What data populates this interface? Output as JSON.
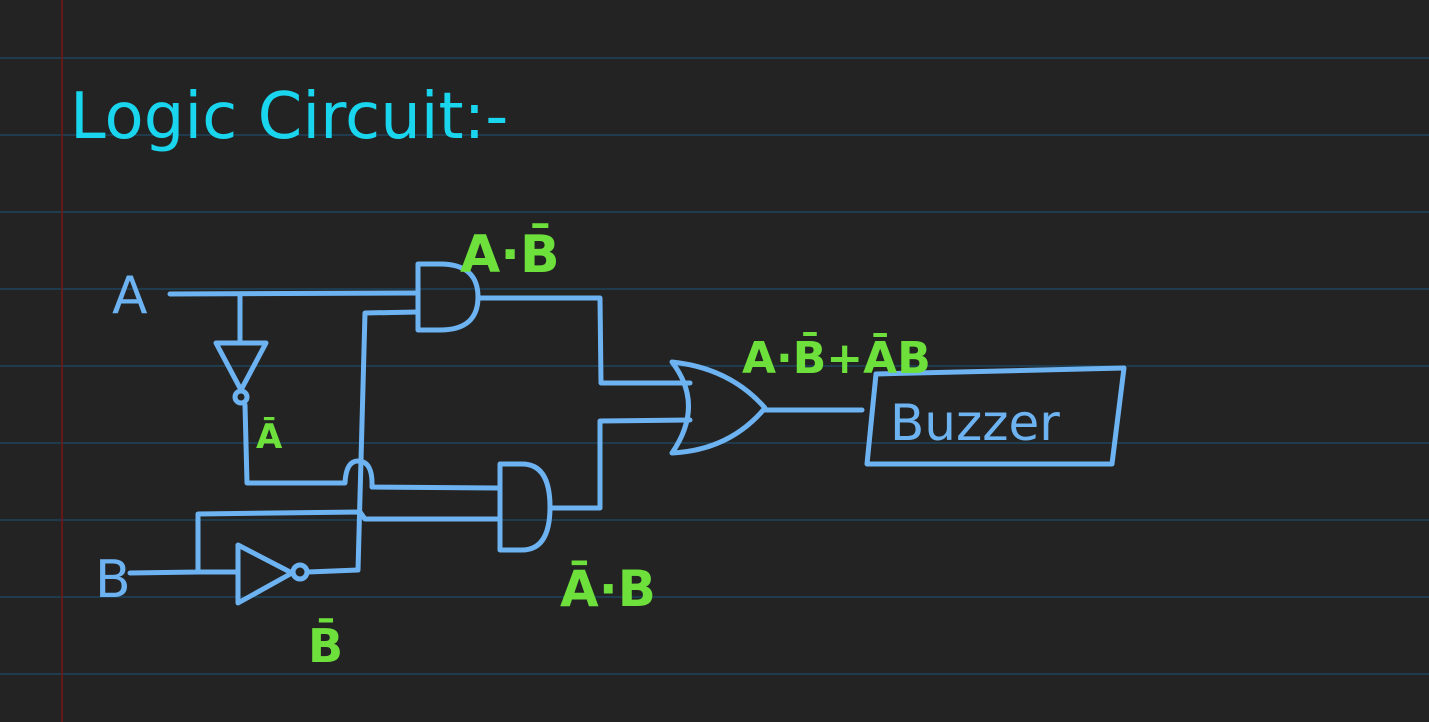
{
  "title": "Logic Circuit:-",
  "inputs": {
    "a": "A",
    "b": "B"
  },
  "labels": {
    "not_a": "Ā",
    "not_b": "B̄",
    "and_top": "A·B̄",
    "and_bottom": "Ā·B",
    "or_output": "A·B̄+ĀB"
  },
  "output_device": "Buzzer",
  "colors": {
    "background": "#232323",
    "ruled_lines": "#1d4a68",
    "margin_line": "#7a1515",
    "title": "#19d6ee",
    "wires": "#6db3f2",
    "expressions": "#6ee03c"
  }
}
